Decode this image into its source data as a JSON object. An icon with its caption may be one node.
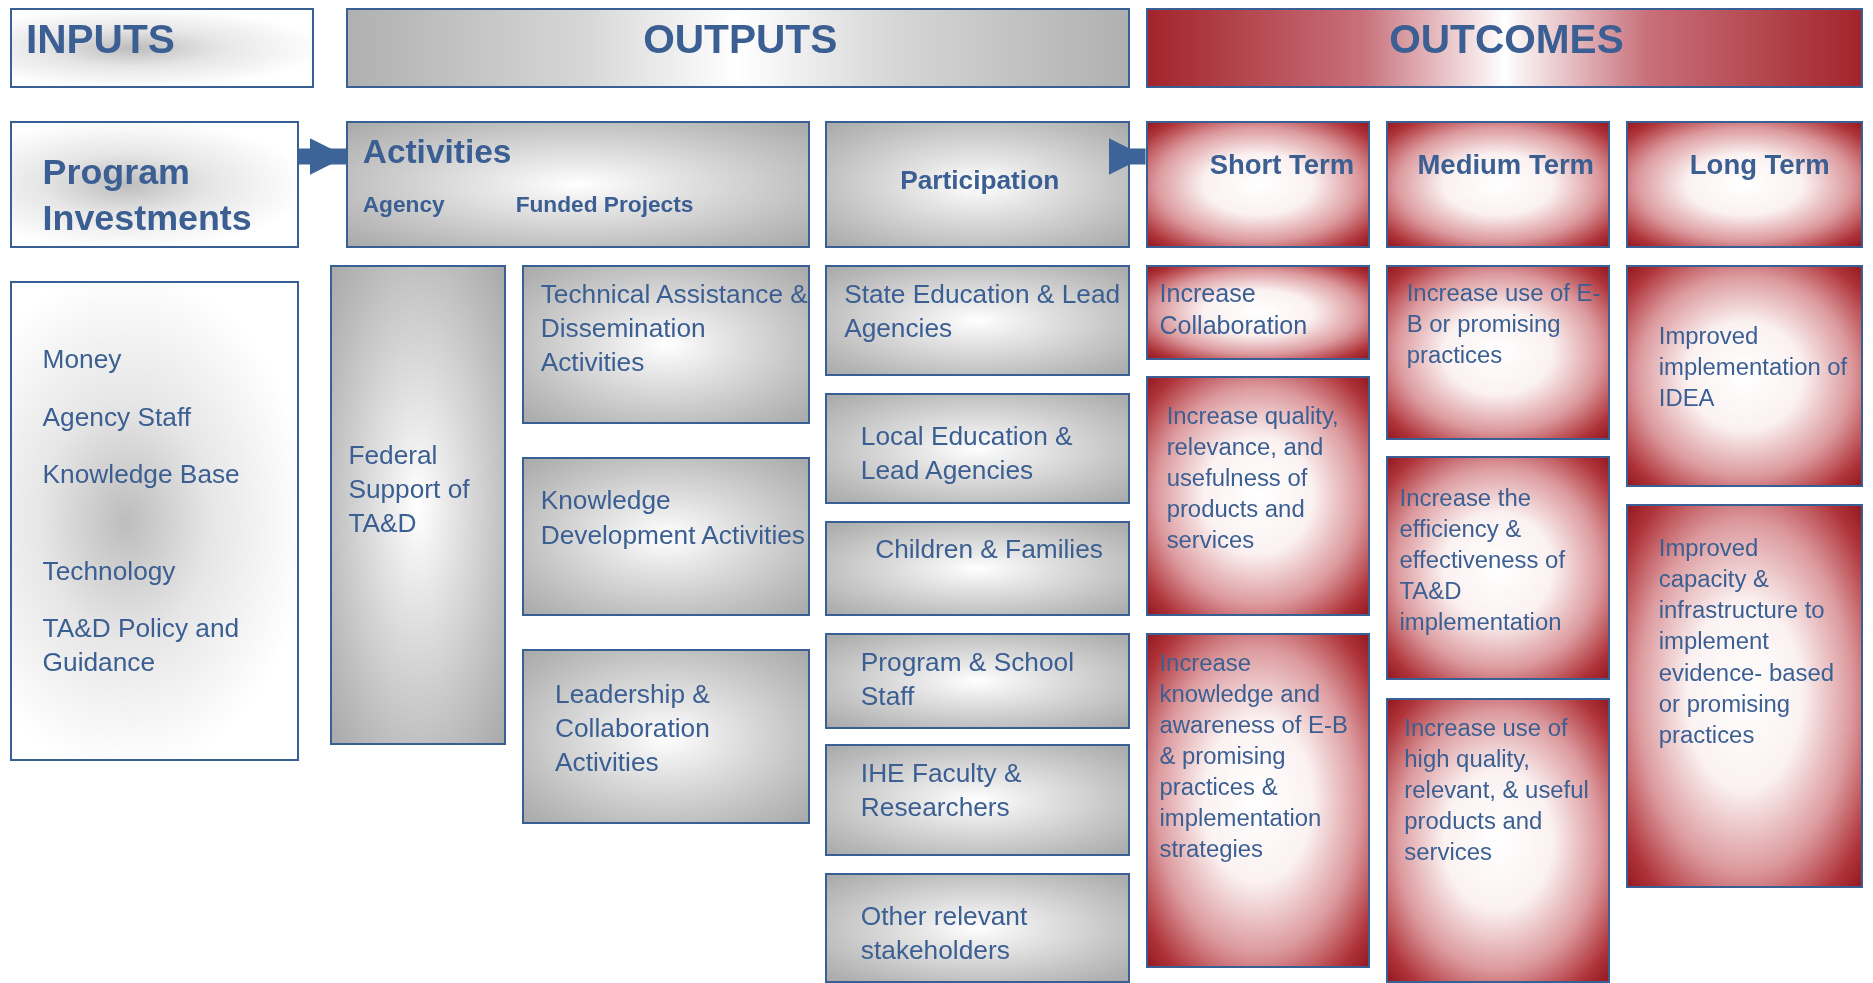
{
  "diagram": {
    "nodes": [
      {
        "text": [
          "INPUTS"
        ]
      },
      {
        "text": [
          "OUTPUTS"
        ]
      },
      {
        "text": [
          "OUTCOMES"
        ]
      },
      {
        "text": [
          "Program Investments"
        ]
      },
      {
        "text": [
          "Activities",
          "Agency",
          "Funded Projects"
        ]
      },
      {
        "text": [
          "Participation"
        ]
      },
      {
        "text": [
          "Short Term"
        ]
      },
      {
        "text": [
          "Medium Term"
        ]
      },
      {
        "text": [
          "Long Term"
        ]
      },
      {
        "text": [
          "Money",
          "Agency Staff",
          "Knowledge Base",
          "Technology",
          "TA&D Policy and Guidance"
        ]
      },
      {
        "text": [
          "Federal Support of TA&D"
        ]
      },
      {
        "text": [
          "Technical Assistance & Dissemination Activities"
        ]
      },
      {
        "text": [
          "Knowledge Development Activities"
        ]
      },
      {
        "text": [
          "Leadership & Collaboration Activities"
        ]
      },
      {
        "text": [
          "State Education & Lead Agencies"
        ]
      },
      {
        "text": [
          "Local Education & Lead Agencies"
        ]
      },
      {
        "text": [
          "Children & Families"
        ]
      },
      {
        "text": [
          "Program & School Staff"
        ]
      },
      {
        "text": [
          "IHE Faculty & Researchers"
        ]
      },
      {
        "text": [
          "Other relevant stakeholders"
        ]
      },
      {
        "text": [
          "Increase Collaboration"
        ]
      },
      {
        "text": [
          "Increase quality, relevance, and usefulness of products and services"
        ]
      },
      {
        "text": [
          "Increase knowledge and awareness of E-B & promising practices & implementation strategies"
        ]
      },
      {
        "text": [
          "Increase use of E-B or promising practices"
        ]
      },
      {
        "text": [
          "Increase the efficiency & effectiveness of TA&D implementation"
        ]
      },
      {
        "text": [
          "Increase use of high quality, relevant, & useful products and services"
        ]
      },
      {
        "text": [
          "Improved implementation of IDEA"
        ]
      },
      {
        "text": [
          "Improved capacity & infrastructure to implement evidence- based or promising practices"
        ]
      }
    ],
    "edges": [
      {
        "from": 3,
        "to": 4,
        "arrow": "to"
      },
      {
        "from": 5,
        "to": 6,
        "arrow": "to"
      }
    ]
  }
}
